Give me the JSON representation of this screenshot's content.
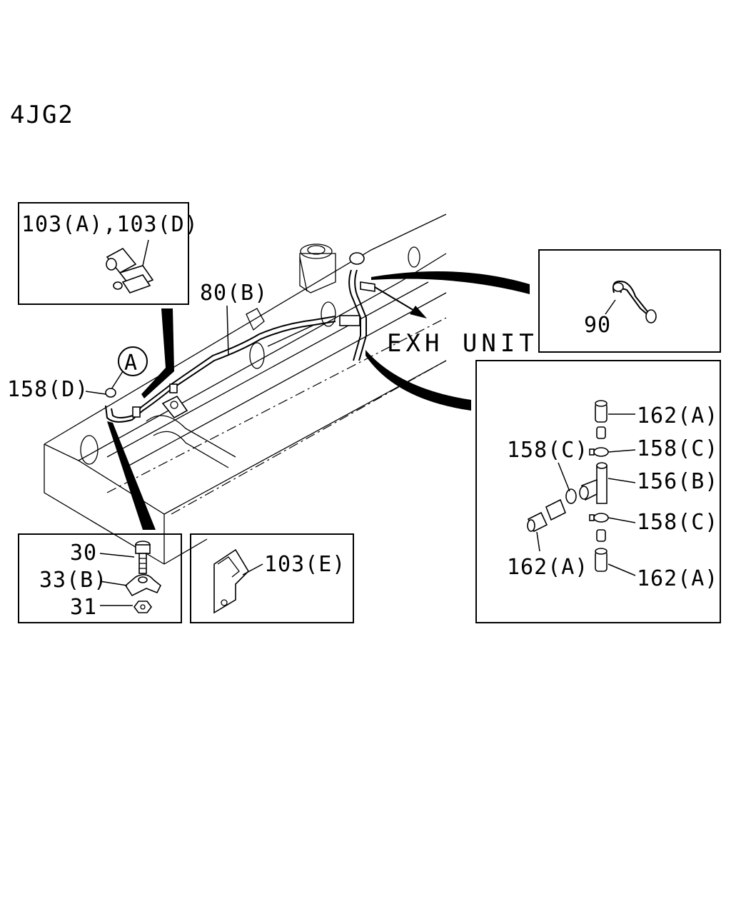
{
  "diagram": {
    "model_code": "4JG2",
    "annotation": "EXH UNIT",
    "callout_marker": "A",
    "labels": {
      "clip_a_d": "103(A),103(D)",
      "pipe": "80(B)",
      "clamp_d": "158(D)",
      "hose": "90",
      "bolt": "30",
      "clip_b": "33(B)",
      "nut": "31",
      "bracket_e": "103(E)",
      "hose_top": "162(A)",
      "clamp_top": "158(C)",
      "clamp_left": "158(C)",
      "tee": "156(B)",
      "clamp_bottom": "158(C)",
      "hose_left": "162(A)",
      "hose_bottom": "162(A)"
    }
  }
}
